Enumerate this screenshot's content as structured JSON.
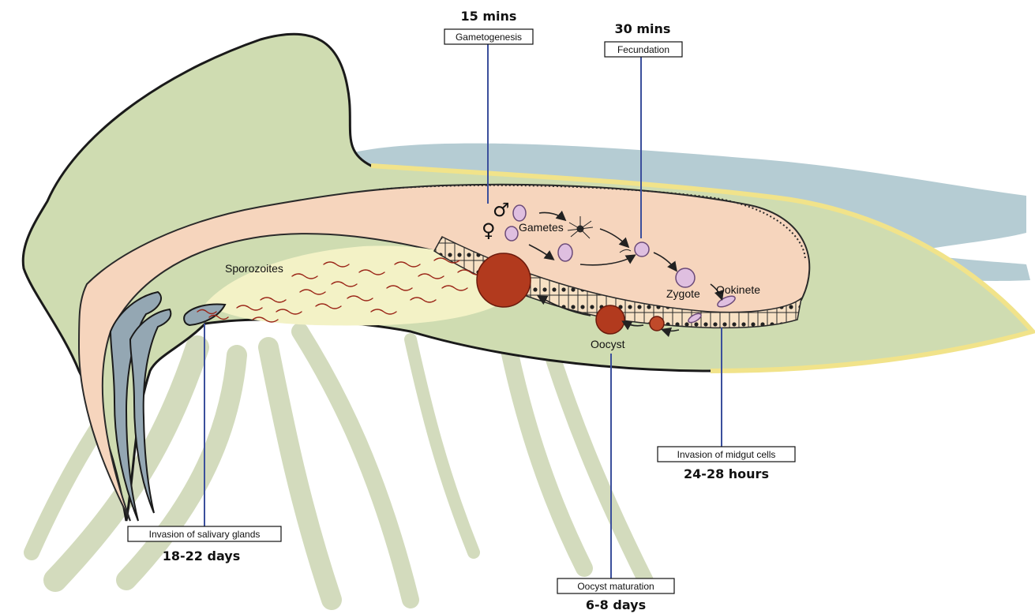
{
  "stages": {
    "gametogenesis": {
      "label": "Gametogenesis",
      "time": "15 mins"
    },
    "fecundation": {
      "label": "Fecundation",
      "time": "30 mins"
    },
    "midgut_invasion": {
      "label": "Invasion of midgut cells",
      "time": "24-28 hours"
    },
    "oocyst_maturation": {
      "label": "Oocyst maturation",
      "time": "6-8 days"
    },
    "salivary_invasion": {
      "label": "Invasion of salivary glands",
      "time": "18-22 days"
    }
  },
  "labels": {
    "sporozoites": "Sporozoites",
    "gametes": "Gametes",
    "zygote": "Zygote",
    "ookinete": "Ookinete",
    "oocyst": "Oocyst"
  },
  "symbols": {
    "male": "♂",
    "female": "♀"
  },
  "colors": {
    "body": "#cfdcb1",
    "midgut": "#f6d5bd",
    "salivary": "#94a7b3",
    "blood": "#b5ccd3",
    "oocyst": "#b23a1e",
    "gamete": "#dfbfe0",
    "leader_line": "#3b4f9c"
  }
}
